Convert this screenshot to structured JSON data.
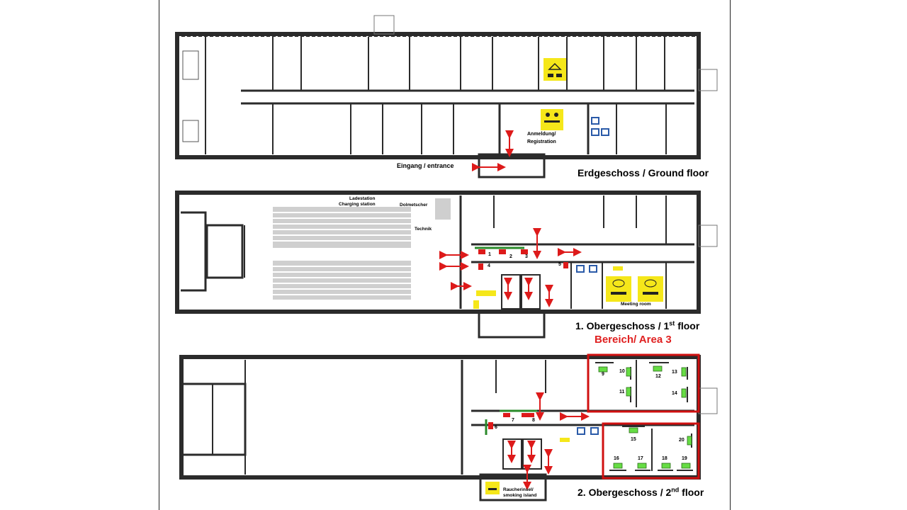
{
  "floors": {
    "ground": {
      "title": "Erdgeschoss / Ground floor",
      "entrance": "Eingang / entrance",
      "registration_line1": "Anmeldung/",
      "registration_line2": "Registration",
      "cloakroom_icon": "cloakroom-icon",
      "registration_icon": "registration-desk-icon"
    },
    "first": {
      "title_main": "1. Obergeschoss / 1",
      "title_sup": "st",
      "title_end": " floor",
      "charging_line1": "Ladestation",
      "charging_line2": "Charging station",
      "interpreter": "Dolmetscher",
      "technik": "Technik",
      "meeting_room": "Meeting room",
      "numbers": [
        "1",
        "2",
        "3",
        "4",
        "5"
      ]
    },
    "second": {
      "title_main": "2. Obergeschoss / 2",
      "title_sup": "nd",
      "title_end": " floor",
      "smoking_line1": "Raucherinsel/",
      "smoking_line2": "smoking island",
      "numbers": [
        "6",
        "7",
        "8"
      ],
      "desk_numbers": [
        "9",
        "10",
        "11",
        "12",
        "13",
        "14",
        "15",
        "16",
        "17",
        "18",
        "19",
        "20"
      ]
    }
  },
  "area": {
    "title": "Bereich/ Area 3"
  },
  "colors": {
    "wall": "#2b2b2b",
    "highlight_red": "#d01010",
    "desk_green": "#66dd44",
    "sign_yellow": "#f5e71a",
    "toilet_blue": "#2a5aa8",
    "marker_red": "#dd1a1a"
  }
}
